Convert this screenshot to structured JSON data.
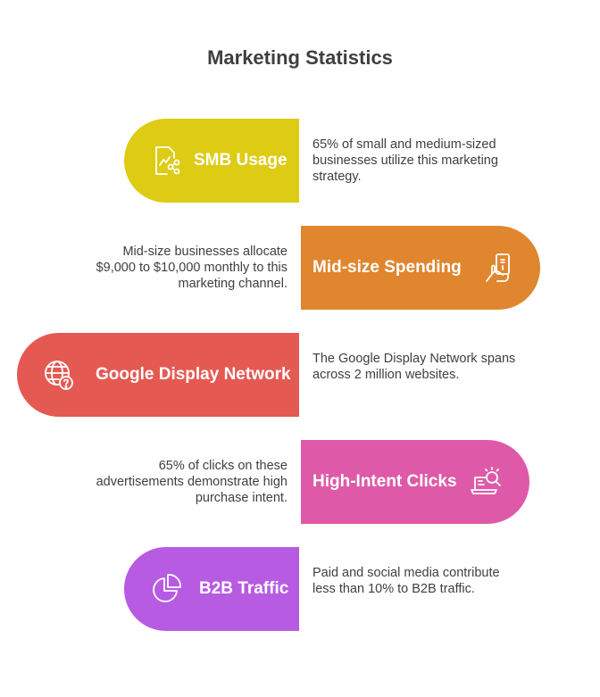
{
  "title": "Marketing Statistics",
  "colors": {
    "smb": "#DECB14",
    "midsize": "#E0862F",
    "google": "#E45A53",
    "highintent": "#DE5AA8",
    "b2b": "#B75BE2"
  },
  "items": [
    {
      "label": "SMB Usage",
      "icon": "chart-network-icon",
      "description": "65% of small and medium-sized businesses utilize this marketing strategy."
    },
    {
      "label": "Mid-size Spending",
      "icon": "hand-money-icon",
      "description": "Mid-size businesses allocate $9,000 to $10,000 monthly to this marketing channel."
    },
    {
      "label": "Google Display Network",
      "icon": "globe-question-icon",
      "description": "The Google Display Network spans across 2 million websites."
    },
    {
      "label": "High-Intent Clicks",
      "icon": "laptop-search-icon",
      "description": "65% of clicks on these advertisements demonstrate high purchase intent."
    },
    {
      "label": "B2B Traffic",
      "icon": "pie-chart-icon",
      "description": "Paid and social media contribute less than 10% to B2B traffic."
    }
  ]
}
